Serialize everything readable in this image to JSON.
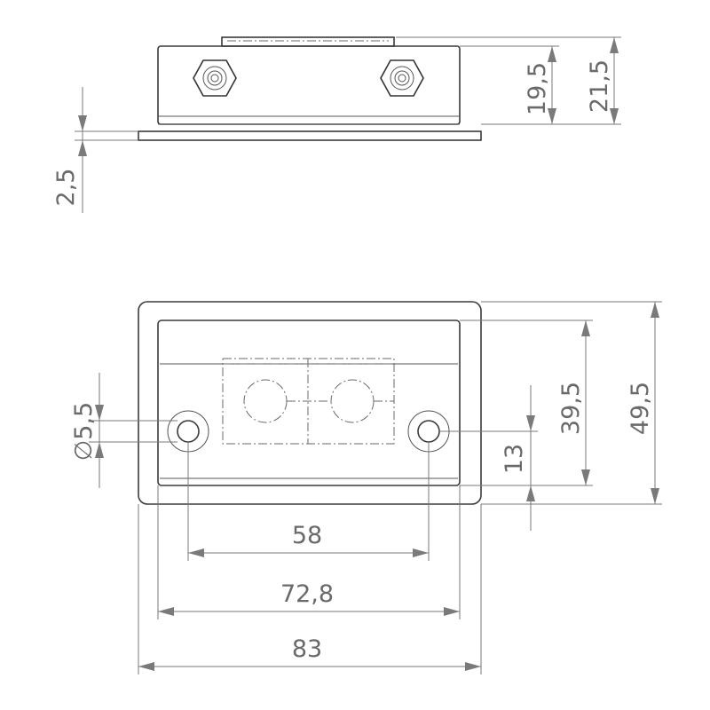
{
  "colors": {
    "outline": "#3a3a3a",
    "dimension": "#7a7a7a",
    "text": "#6a6a6a"
  },
  "dimensions": {
    "top_height_inner": "19,5",
    "top_height_total": "21,5",
    "flange_thickness": "2,5",
    "inner_height": "39,5",
    "outer_height": "49,5",
    "hole_offset": "13",
    "hole_diameter": "5,5",
    "hole_spacing": "58",
    "inner_width": "72,8",
    "outer_width": "83"
  },
  "symbols": {
    "diameter": "∅"
  }
}
